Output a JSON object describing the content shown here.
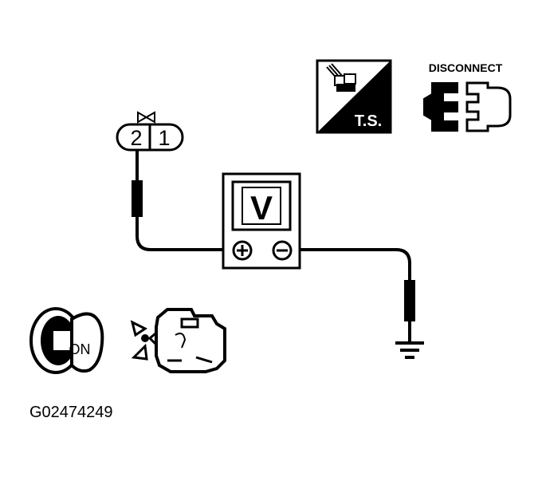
{
  "connector": {
    "pin_left": "2",
    "pin_right": "1"
  },
  "voltmeter": {
    "label": "V",
    "positive_symbol": "+",
    "negative_symbol": "−"
  },
  "ts_badge": {
    "label": "T.S."
  },
  "disconnect": {
    "label": "DISCONNECT"
  },
  "ignition": {
    "key_label": "ON"
  },
  "figure_id": "G02474249",
  "icons": [
    "connector-icon",
    "voltmeter-icon",
    "ground-icon",
    "ts-icon",
    "disconnect-icon",
    "ignition-key-icon",
    "engine-icon"
  ]
}
